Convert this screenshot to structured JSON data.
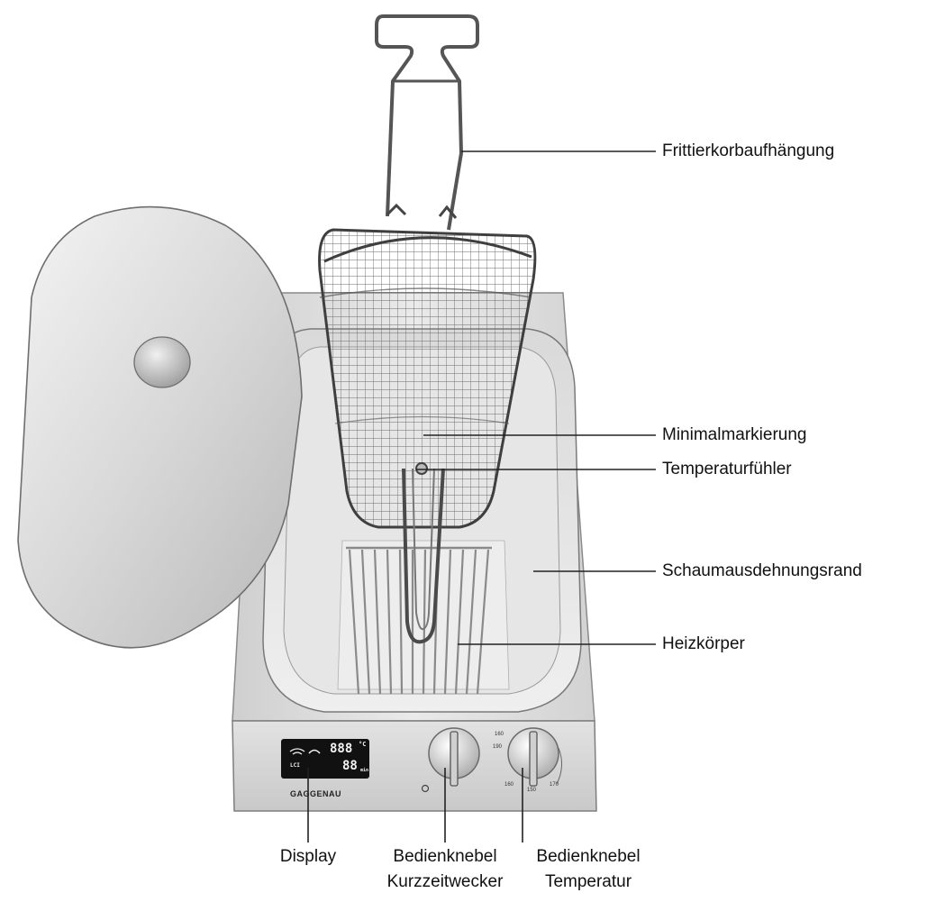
{
  "callouts": {
    "basket_hanger": "Frittierkorbaufhängung",
    "min_mark": "Minimalmarkierung",
    "temp_sensor": "Temperaturfühler",
    "foam_rim": "Schaumausdehnungsrand",
    "heater": "Heizkörper"
  },
  "bottom_labels": {
    "display": "Display",
    "knob_timer_line1": "Bedienknebel",
    "knob_timer_line2": "Kurzzeitwecker",
    "knob_temp_line1": "Bedienknebel",
    "knob_temp_line2": "Temperatur"
  },
  "panel": {
    "brand": "GAGGENAU",
    "lcd_main": "888",
    "lcd_unit": "°C",
    "lcd_small": "88",
    "lcd_small_unit": "min",
    "lcd_left": "LCI"
  },
  "knob_scale": {
    "t1": "190",
    "t2": "160",
    "t3": "150",
    "t4": "170",
    "t5": "160"
  },
  "colors": {
    "steel_light": "#e4e4e4",
    "steel_mid": "#cfcfcf",
    "steel_dark": "#9a9a9a",
    "line": "#222222",
    "lcd_bg": "#111111"
  },
  "icons": {
    "wifi": "wifi-icon",
    "timer": "timer-icon",
    "power": "power-icon"
  }
}
